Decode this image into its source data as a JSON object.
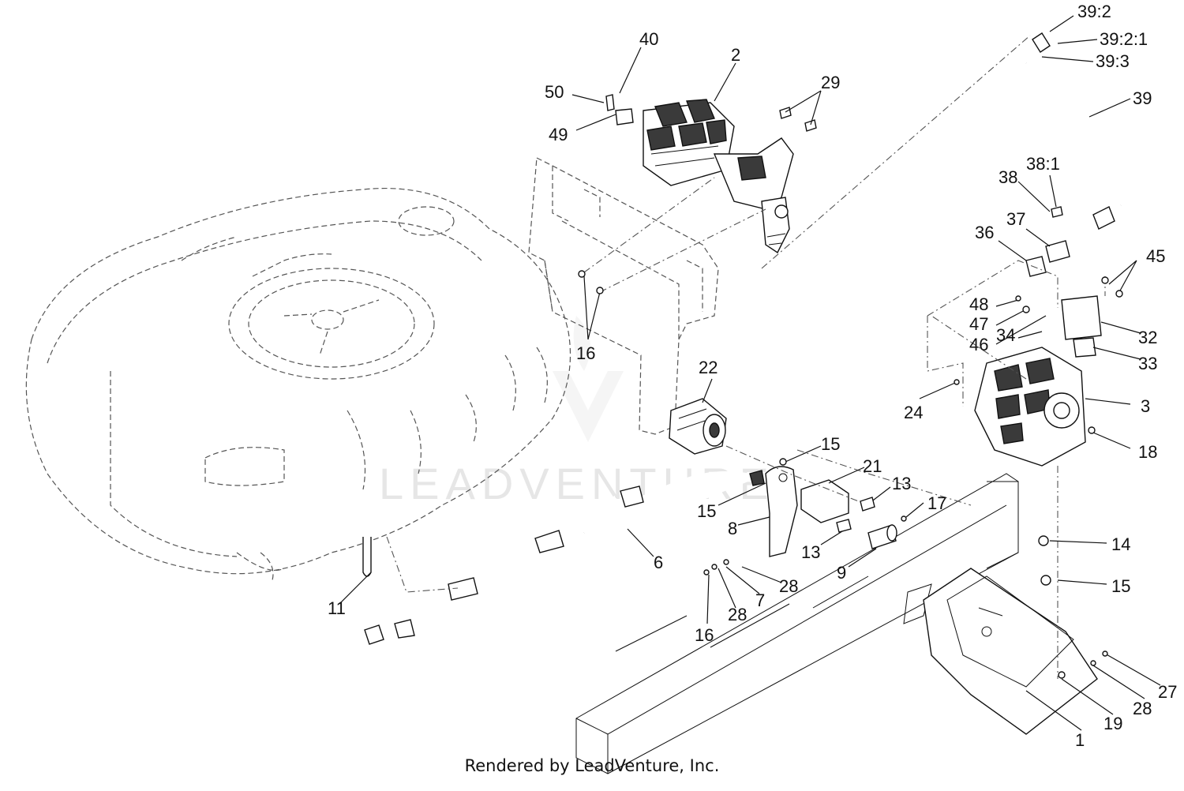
{
  "callouts": [
    {
      "id": "c-39-2",
      "text": "39:2"
    },
    {
      "id": "c-39-2-1",
      "text": "39:2:1"
    },
    {
      "id": "c-39-3",
      "text": "39:3"
    },
    {
      "id": "c-39",
      "text": "39"
    },
    {
      "id": "c-40",
      "text": "40"
    },
    {
      "id": "c-2",
      "text": "2"
    },
    {
      "id": "c-29",
      "text": "29"
    },
    {
      "id": "c-50",
      "text": "50"
    },
    {
      "id": "c-49",
      "text": "49"
    },
    {
      "id": "c-38-1",
      "text": "38:1"
    },
    {
      "id": "c-38",
      "text": "38"
    },
    {
      "id": "c-37",
      "text": "37"
    },
    {
      "id": "c-36",
      "text": "36"
    },
    {
      "id": "c-45",
      "text": "45"
    },
    {
      "id": "c-48",
      "text": "48"
    },
    {
      "id": "c-47",
      "text": "47"
    },
    {
      "id": "c-46",
      "text": "46"
    },
    {
      "id": "c-34",
      "text": "34"
    },
    {
      "id": "c-32",
      "text": "32"
    },
    {
      "id": "c-33",
      "text": "33"
    },
    {
      "id": "c-16a",
      "text": "16"
    },
    {
      "id": "c-22",
      "text": "22"
    },
    {
      "id": "c-24",
      "text": "24"
    },
    {
      "id": "c-3",
      "text": "3"
    },
    {
      "id": "c-18",
      "text": "18"
    },
    {
      "id": "c-15a",
      "text": "15"
    },
    {
      "id": "c-21",
      "text": "21"
    },
    {
      "id": "c-13a",
      "text": "13"
    },
    {
      "id": "c-15b",
      "text": "15"
    },
    {
      "id": "c-17",
      "text": "17"
    },
    {
      "id": "c-8",
      "text": "8"
    },
    {
      "id": "c-13b",
      "text": "13"
    },
    {
      "id": "c-14",
      "text": "14"
    },
    {
      "id": "c-6",
      "text": "6"
    },
    {
      "id": "c-9",
      "text": "9"
    },
    {
      "id": "c-28a",
      "text": "28"
    },
    {
      "id": "c-15c",
      "text": "15"
    },
    {
      "id": "c-11",
      "text": "11"
    },
    {
      "id": "c-7",
      "text": "7"
    },
    {
      "id": "c-28b",
      "text": "28"
    },
    {
      "id": "c-16b",
      "text": "16"
    },
    {
      "id": "c-27",
      "text": "27"
    },
    {
      "id": "c-28c",
      "text": "28"
    },
    {
      "id": "c-19",
      "text": "19"
    },
    {
      "id": "c-1",
      "text": "1"
    }
  ],
  "watermark": "LEADVENTURE",
  "footer": "Rendered by LeadVenture, Inc."
}
